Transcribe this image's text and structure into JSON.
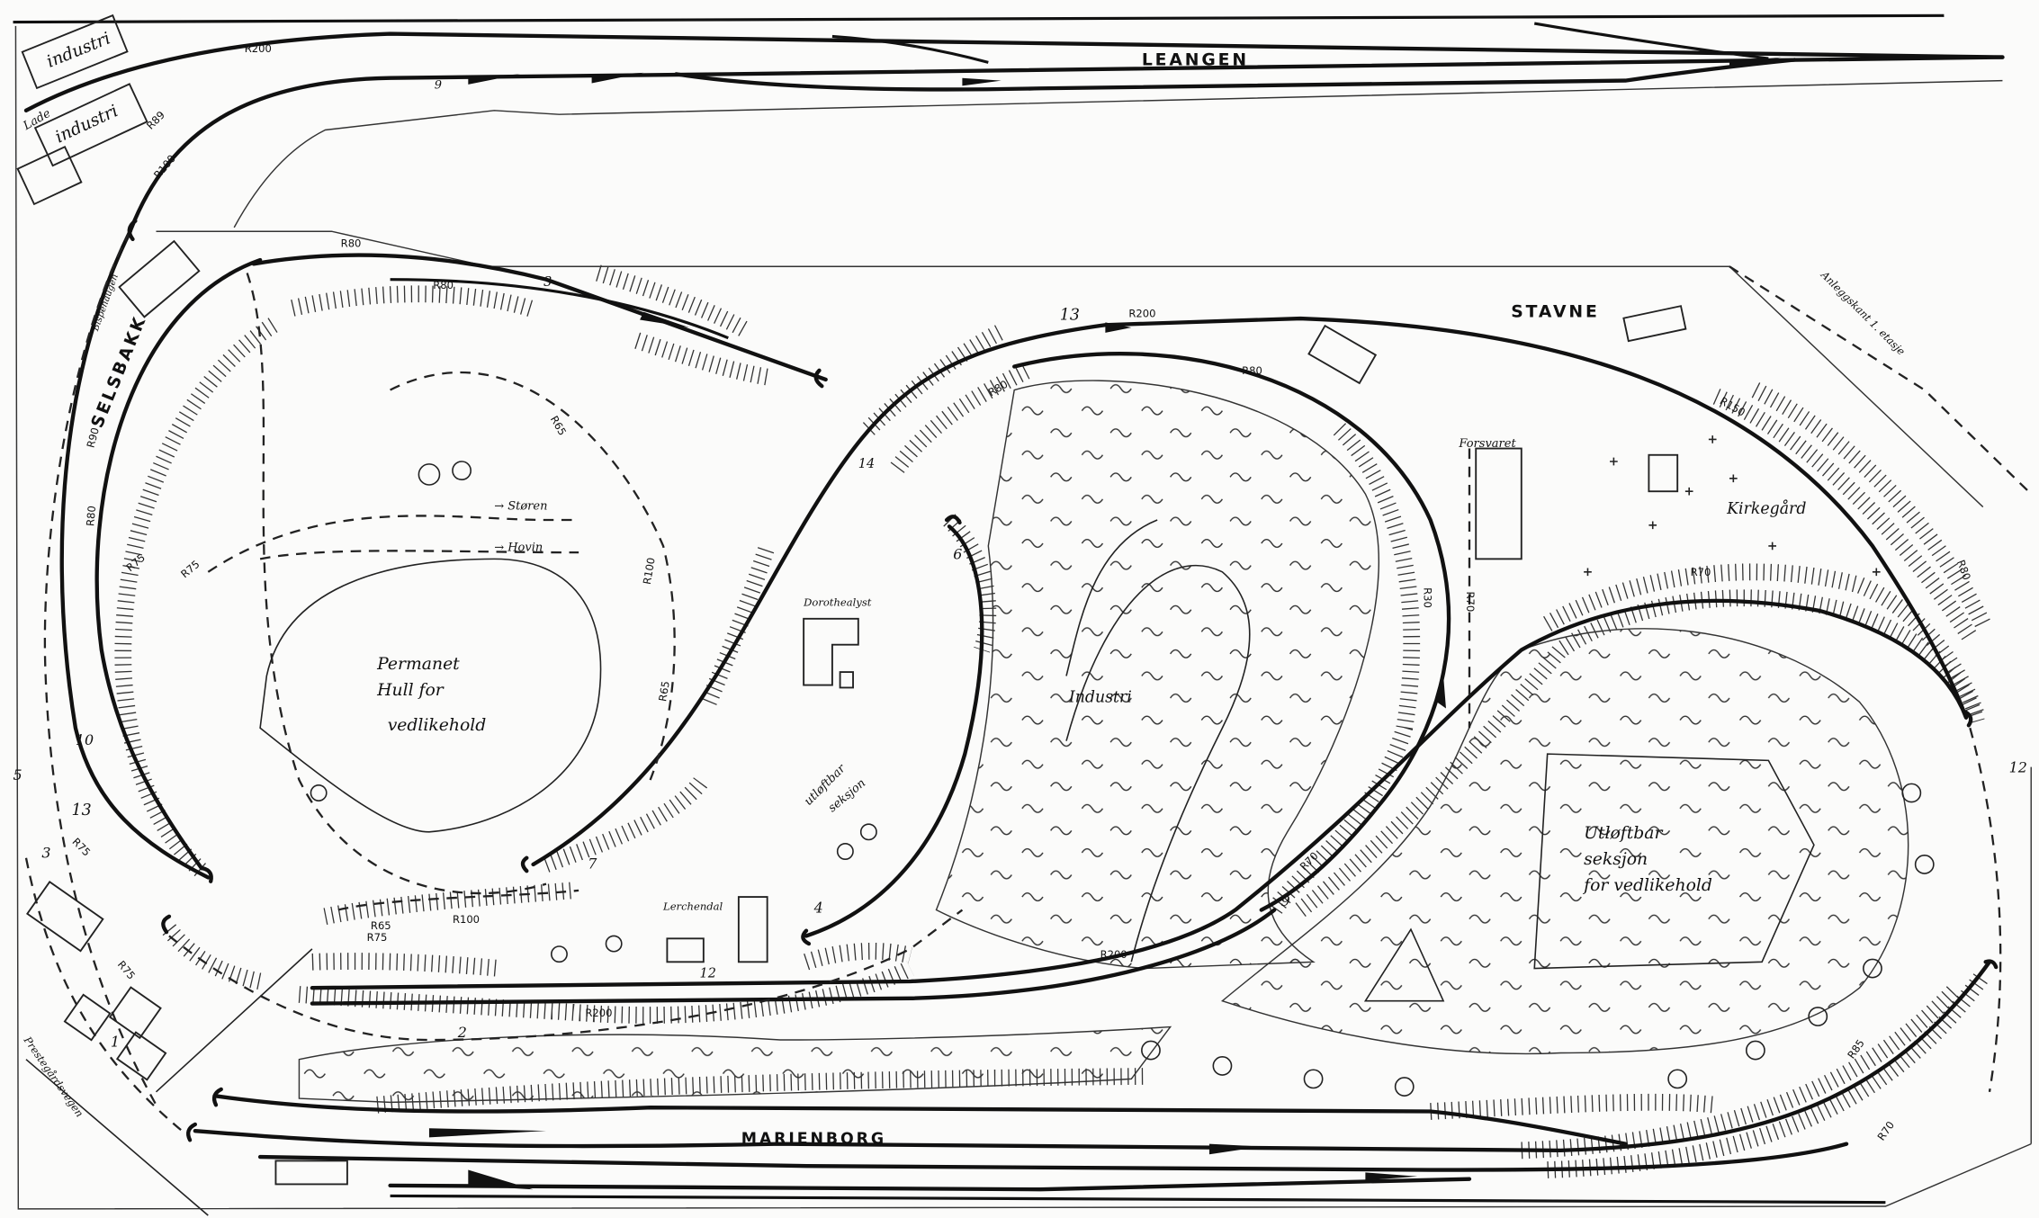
{
  "title": "Model railway track plan",
  "stations": {
    "leangen": "LEANGEN",
    "stavne": "STAVNE",
    "marienborg": "MARIENBORG",
    "selsbakk": "SELSBAKK"
  },
  "areas": {
    "industri_1": "industri",
    "industri_2": "industri",
    "industri_center": "Industri",
    "lade": "Lade",
    "storen": "→ Støren",
    "hovin": "→ Hovin",
    "permanent_hole": [
      "Permanet",
      "Hull for",
      "vedlikehold"
    ],
    "dorothealyst": "Dorothealyst",
    "utloftbar_small": [
      "utløftbar",
      "seksjon"
    ],
    "utloftbar_large": [
      "Utløftbar",
      "seksjon",
      "for vedlikehold"
    ],
    "forsvaret": "Forsvaret",
    "kirkegard": "Kirkegård",
    "lerchendal": "Lerchendal",
    "prestegardsvegen": "Prestegårdsvegen",
    "anleggskant": "Anleggskant 1. etasje",
    "bispehaugen": "Bispehaugen"
  },
  "radii": {
    "r200_top": "R200",
    "r89": "R89",
    "r100_top": "R100",
    "r80_a": "R80",
    "r80_b": "R80",
    "r90": "R90",
    "r80_c": "R80",
    "r65_top": "R65",
    "r100_mid": "R100",
    "r65_mid": "R65",
    "r75_a": "R75",
    "r75_b": "R75",
    "r75_c": "R75",
    "r65_low": "R65",
    "r100_low": "R100",
    "r75_d": "R75",
    "r200_stavne": "R200",
    "r80_d": "R80",
    "r80_e": "R80",
    "r150": "R150",
    "r80_f": "R80",
    "r70_a": "R70",
    "r30": "R30",
    "r70_b": "R70",
    "r70_c": "R70",
    "r200_low": "R200",
    "r200_bot": "R200",
    "r85": "R85",
    "r70_d": "R70",
    "r75_e": "R75"
  },
  "numbers": {
    "n13_top": "13",
    "n10": "10",
    "n13": "13",
    "n3": "3",
    "n5": "5",
    "n12": "12",
    "n4": "4",
    "n6": "6",
    "n2": "2",
    "n1": "1",
    "n9": "9",
    "n7": "7",
    "n14": "14",
    "n12b": "12",
    "n3_top": "3",
    "n9_top": "9"
  }
}
